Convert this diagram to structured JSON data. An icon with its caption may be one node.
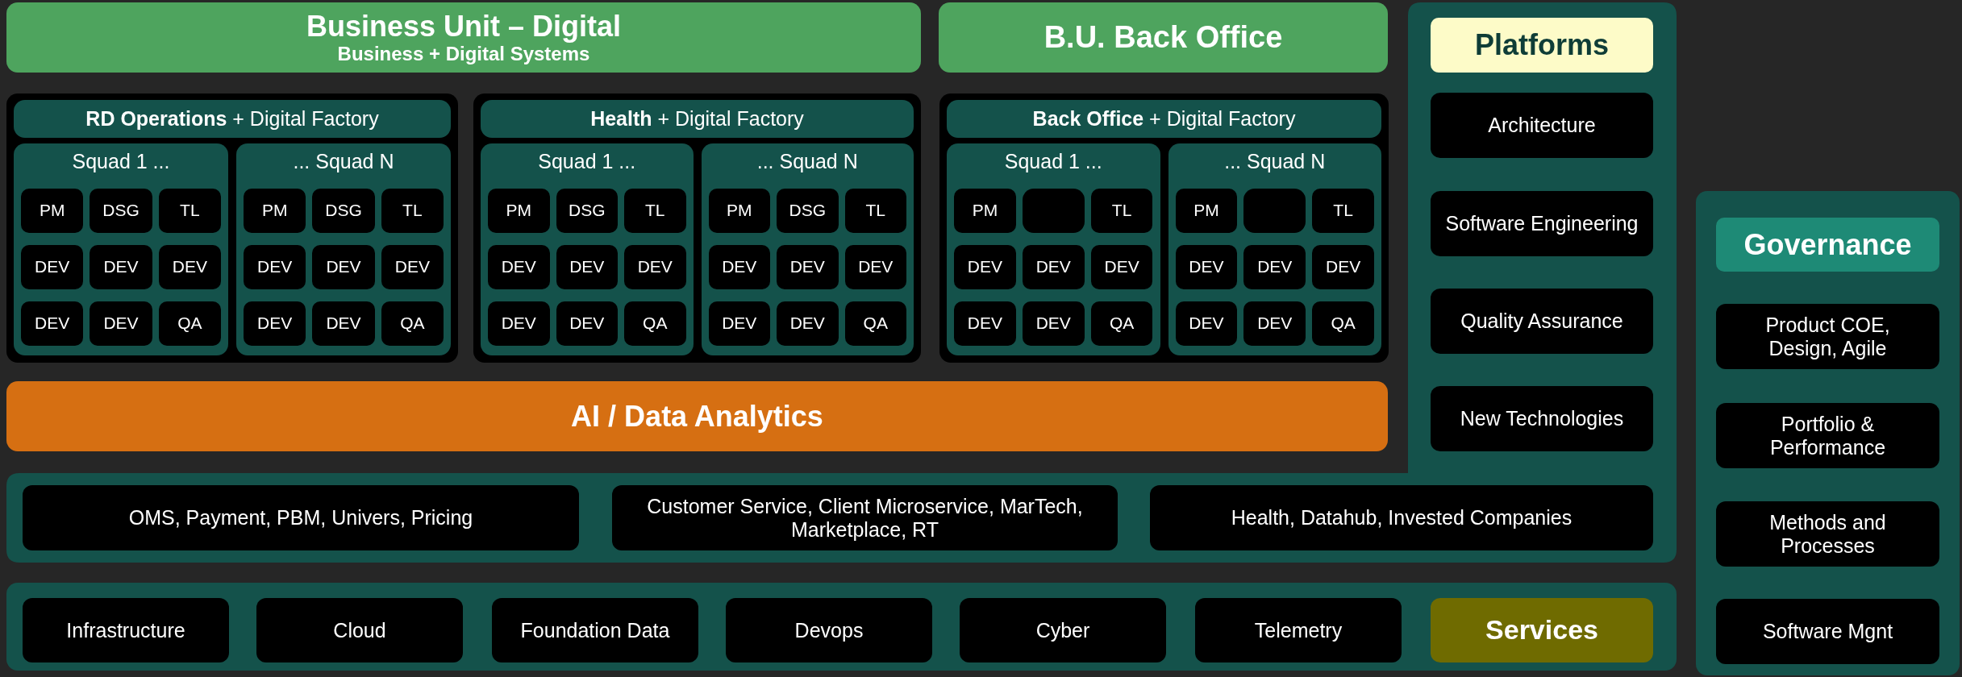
{
  "diagram": {
    "nodes": [
      {
        "text": [
          "Business Unit – Digital",
          "Business + Digital Systems"
        ]
      },
      {
        "text": [
          "B.U. Back Office"
        ]
      },
      {
        "text": [],
        "shape": "box"
      },
      {
        "text": [
          "**RD Operations** + Digital Factory"
        ],
        "in": 2
      },
      {
        "text": [
          "Squad 1 ..."
        ],
        "in": 2
      },
      {
        "text": [
          "PM"
        ],
        "in": 4
      },
      {
        "text": [
          "DSG"
        ],
        "in": 4
      },
      {
        "text": [
          "TL"
        ],
        "in": 4
      },
      {
        "text": [
          "DEV"
        ],
        "in": 4
      },
      {
        "text": [
          "DEV"
        ],
        "in": 4
      },
      {
        "text": [
          "DEV"
        ],
        "in": 4
      },
      {
        "text": [
          "DEV"
        ],
        "in": 4
      },
      {
        "text": [
          "DEV"
        ],
        "in": 4
      },
      {
        "text": [
          "QA"
        ],
        "in": 4
      },
      {
        "text": [
          "... Squad N"
        ],
        "in": 2
      },
      {
        "text": [
          "PM"
        ],
        "in": 14
      },
      {
        "text": [
          "DSG"
        ],
        "in": 14
      },
      {
        "text": [
          "TL"
        ],
        "in": 14
      },
      {
        "text": [
          "DEV"
        ],
        "in": 14
      },
      {
        "text": [
          "DEV"
        ],
        "in": 14
      },
      {
        "text": [
          "DEV"
        ],
        "in": 14
      },
      {
        "text": [
          "DEV"
        ],
        "in": 14
      },
      {
        "text": [
          "DEV"
        ],
        "in": 14
      },
      {
        "text": [
          "QA"
        ],
        "in": 14
      },
      {
        "text": [],
        "shape": "box"
      },
      {
        "text": [
          "**Health** + Digital Factory"
        ],
        "in": 24
      },
      {
        "text": [
          "Squad 1 ..."
        ],
        "in": 24
      },
      {
        "text": [
          "PM"
        ],
        "in": 26
      },
      {
        "text": [
          "DSG"
        ],
        "in": 26
      },
      {
        "text": [
          "TL"
        ],
        "in": 26
      },
      {
        "text": [
          "DEV"
        ],
        "in": 26
      },
      {
        "text": [
          "DEV"
        ],
        "in": 26
      },
      {
        "text": [
          "DEV"
        ],
        "in": 26
      },
      {
        "text": [
          "DEV"
        ],
        "in": 26
      },
      {
        "text": [
          "DEV"
        ],
        "in": 26
      },
      {
        "text": [
          "QA"
        ],
        "in": 26
      },
      {
        "text": [
          "... Squad N"
        ],
        "in": 24
      },
      {
        "text": [
          "PM"
        ],
        "in": 36
      },
      {
        "text": [
          "DSG"
        ],
        "in": 36
      },
      {
        "text": [
          "TL"
        ],
        "in": 36
      },
      {
        "text": [
          "DEV"
        ],
        "in": 36
      },
      {
        "text": [
          "DEV"
        ],
        "in": 36
      },
      {
        "text": [
          "DEV"
        ],
        "in": 36
      },
      {
        "text": [
          "DEV"
        ],
        "in": 36
      },
      {
        "text": [
          "DEV"
        ],
        "in": 36
      },
      {
        "text": [
          "QA"
        ],
        "in": 36
      },
      {
        "text": [],
        "shape": "box"
      },
      {
        "text": [
          "**Back Office** + Digital Factory"
        ],
        "in": 46
      },
      {
        "text": [
          "Squad 1 ..."
        ],
        "in": 46
      },
      {
        "text": [
          "PM"
        ],
        "in": 48
      },
      {
        "text": [],
        "shape": "box",
        "in": 48
      },
      {
        "text": [
          "TL"
        ],
        "in": 48
      },
      {
        "text": [
          "DEV"
        ],
        "in": 48
      },
      {
        "text": [
          "DEV"
        ],
        "in": 48
      },
      {
        "text": [
          "DEV"
        ],
        "in": 48
      },
      {
        "text": [
          "DEV"
        ],
        "in": 48
      },
      {
        "text": [
          "DEV"
        ],
        "in": 48
      },
      {
        "text": [
          "QA"
        ],
        "in": 48
      },
      {
        "text": [
          "... Squad N"
        ],
        "in": 46
      },
      {
        "text": [
          "PM"
        ],
        "in": 58
      },
      {
        "text": [],
        "shape": "box",
        "in": 58
      },
      {
        "text": [
          "TL"
        ],
        "in": 58
      },
      {
        "text": [
          "DEV"
        ],
        "in": 58
      },
      {
        "text": [
          "DEV"
        ],
        "in": 58
      },
      {
        "text": [
          "DEV"
        ],
        "in": 58
      },
      {
        "text": [
          "DEV"
        ],
        "in": 58
      },
      {
        "text": [
          "DEV"
        ],
        "in": 58
      },
      {
        "text": [
          "QA"
        ],
        "in": 58
      },
      {
        "text": [],
        "shape": "box"
      },
      {
        "text": [
          "Platforms"
        ],
        "in": 68
      },
      {
        "text": [
          "Architecture"
        ],
        "in": 68
      },
      {
        "text": [
          "Software Engineering"
        ],
        "in": 68
      },
      {
        "text": [
          "Quality Assurance"
        ],
        "in": 68
      },
      {
        "text": [
          "New Technologies"
        ],
        "in": 68
      },
      {
        "text": [
          "AI / Data Analytics"
        ]
      },
      {
        "text": [
          "OMS, Payment, PBM, Univers, Pricing"
        ],
        "in": 68
      },
      {
        "text": [
          "Customer Service, Client Microservice, MarTech, Marketplace, RT"
        ],
        "in": 68
      },
      {
        "text": [
          "Health, Datahub, Invested Companies"
        ],
        "in": 68
      },
      {
        "text": [],
        "shape": "box"
      },
      {
        "text": [
          "Infrastructure"
        ],
        "in": 78
      },
      {
        "text": [
          "Cloud"
        ],
        "in": 78
      },
      {
        "text": [
          "Foundation Data"
        ],
        "in": 78
      },
      {
        "text": [
          "Devops"
        ],
        "in": 78
      },
      {
        "text": [
          "Cyber"
        ],
        "in": 78
      },
      {
        "text": [
          "Telemetry"
        ],
        "in": 78
      },
      {
        "text": [
          "Services"
        ],
        "in": 78
      },
      {
        "text": [],
        "shape": "box"
      },
      {
        "text": [
          "Governance"
        ],
        "in": 86
      },
      {
        "text": [
          "Product COE, Design, Agile"
        ],
        "in": 86
      },
      {
        "text": [
          "Portfolio & Performance"
        ],
        "in": 86
      },
      {
        "text": [
          "Methods and Processes"
        ],
        "in": 86
      },
      {
        "text": [
          "Software Mgnt"
        ],
        "in": 86
      }
    ]
  }
}
